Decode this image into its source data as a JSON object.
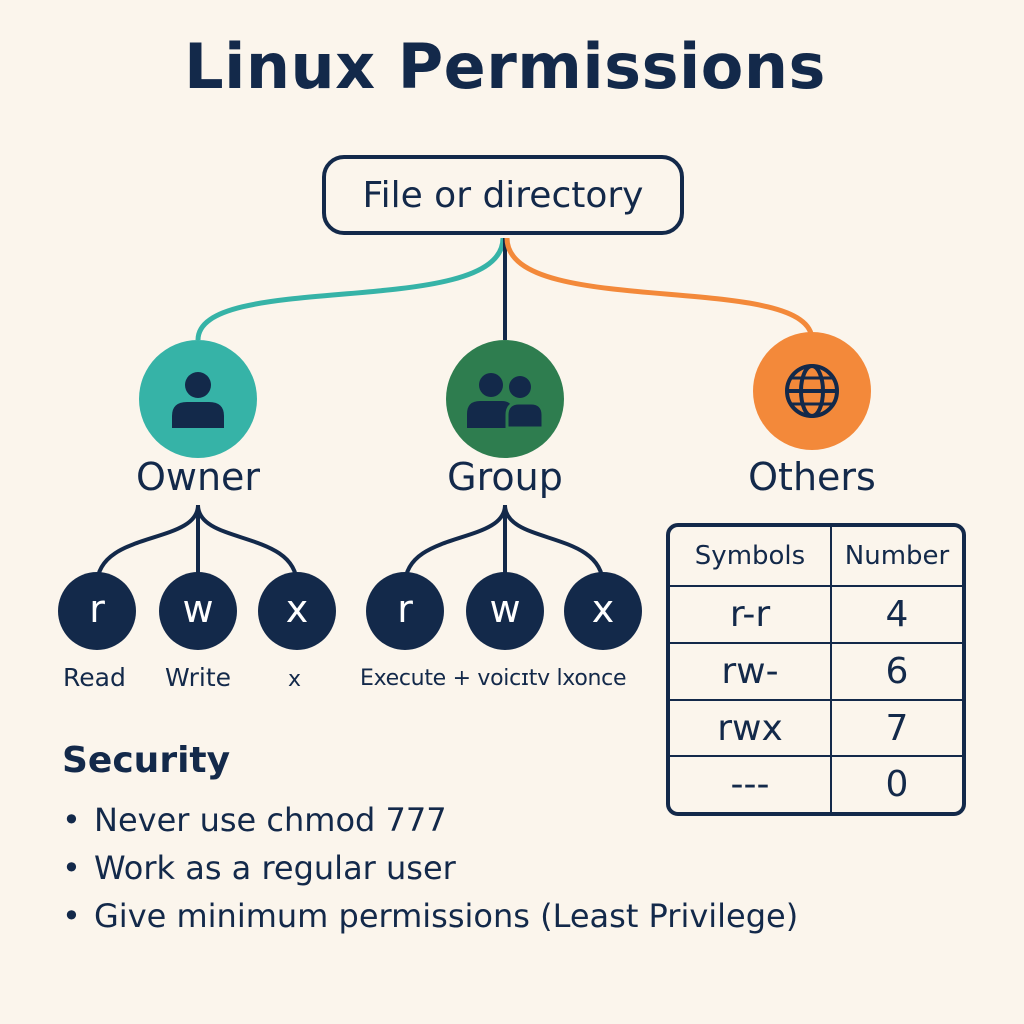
{
  "title": "Linux Permissions",
  "root": "File or directory",
  "colors": {
    "navy": "#13294a",
    "owner": "#36b3a7",
    "group": "#2e7d4f",
    "others": "#f3893a",
    "background": "#fbf5ec"
  },
  "categories": [
    {
      "label": "Owner",
      "icon": "user-icon"
    },
    {
      "label": "Group",
      "icon": "users-icon"
    },
    {
      "label": "Others",
      "icon": "globe-icon"
    }
  ],
  "owner_permissions": [
    {
      "symbol": "r",
      "label": "Read"
    },
    {
      "symbol": "w",
      "label": "Write"
    },
    {
      "symbol": "x",
      "label": "x"
    }
  ],
  "group_permissions": {
    "symbols": [
      "r",
      "w",
      "x"
    ],
    "label": "Execute + voicɪtᴠ lxonce"
  },
  "table": {
    "headers": [
      "Symbols",
      "Number"
    ],
    "rows": [
      [
        "r-r",
        "4"
      ],
      [
        "rw-",
        "6"
      ],
      [
        "rwx",
        "7"
      ],
      [
        "---",
        "0"
      ]
    ]
  },
  "security": {
    "title": "Security",
    "bullet": "•",
    "items": [
      "Never use chmod 777",
      "Work as a regular user",
      "Give minimum permissions (Least Privilege)"
    ]
  }
}
